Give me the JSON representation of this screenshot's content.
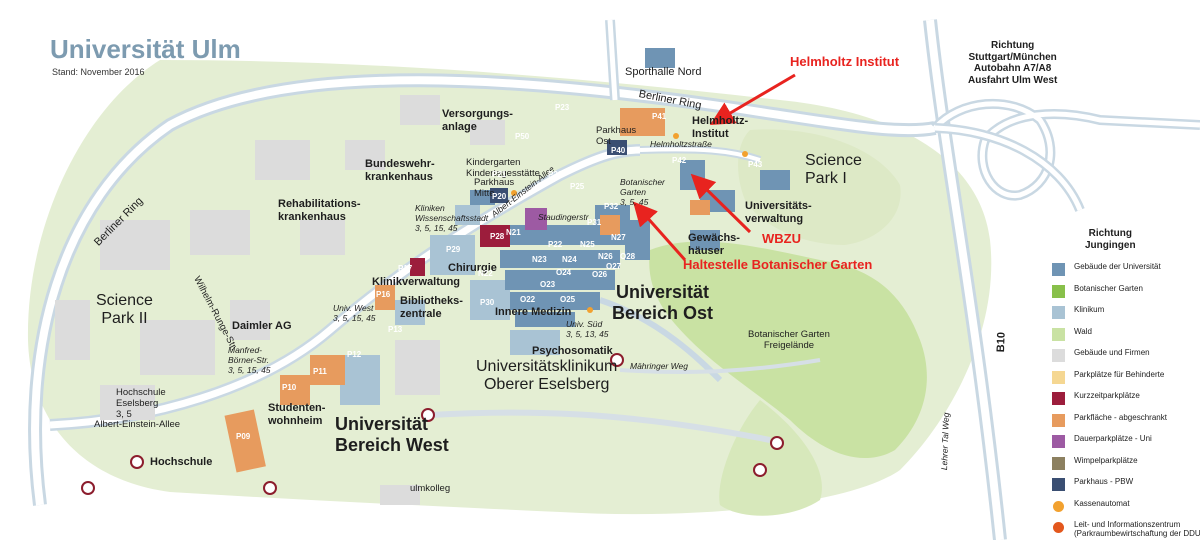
{
  "header": {
    "title": "Universität Ulm",
    "subtitle": "Stand: November 2016"
  },
  "labels": {
    "sporthalle": "Sporthalle Nord",
    "berliner_ring_top": "Berliner Ring",
    "berliner_ring_left": "Berliner Ring",
    "versorgung": "Versorgungs-\nanlage",
    "bundeswehr": "Bundeswehr-\nkrankenhaus",
    "kindergarten": "Kindergarten\nKindertagesstätte",
    "reha": "Rehabilitations-\nkrankenhaus",
    "albert_einstein_allee_top": "Albert-Einstein-Allee",
    "staudinger": "Staudingerstr.",
    "kliniken_haltestelle": "Kliniken\nWissenschaftsstadt\n3, 5, 15, 45",
    "parkhaus_mitte": "Parkhaus\nMitte",
    "parkhaus_ost": "Parkhaus\nOst",
    "helmholtzstrasse": "Helmholtzstraße",
    "botanischer_garten_stop": "Botanischer\nGarten\n3, 5, 45",
    "helmholtz_label": "Helmholtz-\nInstitut",
    "science_park_1": "Science\nPark I",
    "universitaetsverwaltung": "Universitäts-\nverwaltung",
    "gewaechshaeuser": "Gewächs-\nhäuser",
    "chirurgie": "Chirurgie",
    "klinikverwaltung": "Klinikverwaltung",
    "bibliothek": "Bibliotheks-\nzentrale",
    "univ_west_stop": "Univ. West\n3, 5, 15, 45",
    "innere_medizin": "Innere Medizin",
    "univ_sued_stop": "Univ. Süd\n3, 5, 13, 45",
    "psychosomatik": "Psychosomatik",
    "bereich_ost": "Universität\nBereich Ost",
    "universitaetsklinikum": "Universitätsklinikum\nOberer Eselsberg",
    "botanischer_garten_freigelaende": "Botanischer Garten\nFreigelände",
    "science_park_2": "Science\nPark II",
    "daimler": "Daimler AG",
    "wilhelm_runge": "Wilhelm-Runge-Str.",
    "manfred_boerner": "Manfred-\nBörner-Str.\n3, 5, 15, 45",
    "studentenwohnheim": "Studenten-\nwohnheim",
    "bereich_west": "Universität\nBereich West",
    "hochschule_eselsberg": "Hochschule\nEselsberg\n3, 5",
    "albert_einstein_allee_bottom": "Albert-Einstein-Allee",
    "hochschule": "Hochschule",
    "ulmkolleg": "ulmkolleg",
    "maehringer_weg": "Mähringer Weg",
    "lehrer_tal_weg": "Lehrer Tal Weg",
    "b10": "B10",
    "richtung_stuttgart": "Richtung\nStuttgart/München\nAutobahn A7/A8\nAusfahrt Ulm West",
    "richtung_jungingen": "Richtung\nJungingen"
  },
  "buildings": [
    "N21",
    "N22",
    "N23",
    "N24",
    "N25",
    "N26",
    "N27",
    "O22",
    "O23",
    "O24",
    "O25",
    "O26",
    "O27",
    "O28"
  ],
  "parking": [
    "P09",
    "P10",
    "P11",
    "P12",
    "P13",
    "P16",
    "P17",
    "P20",
    "P21",
    "P22",
    "P23",
    "P25",
    "P26",
    "P28",
    "P29",
    "P30",
    "P31",
    "P32",
    "P40",
    "P41",
    "P42",
    "P43",
    "P50"
  ],
  "annotations": {
    "helmholtz": "Helmholtz Institut",
    "wbzu": "WBZU",
    "haltestelle": "Haltestelle Botanischer Garten"
  },
  "legend": [
    {
      "label": "Gebäude der Universität",
      "color": "#6f94b4",
      "kind": "square"
    },
    {
      "label": "Botanischer Garten",
      "color": "#88c04a",
      "kind": "square"
    },
    {
      "label": "Klinikum",
      "color": "#a9c3d4",
      "kind": "square"
    },
    {
      "label": "Wald",
      "color": "#c9e2a3",
      "kind": "square"
    },
    {
      "label": "Gebäude und Firmen",
      "color": "#dcdcdc",
      "kind": "square"
    },
    {
      "label": "Parkplätze für Behinderte",
      "color": "#f5d792",
      "kind": "square"
    },
    {
      "label": "Kurzzeitparkplätze",
      "color": "#9c1d3c",
      "kind": "square"
    },
    {
      "label": "Parkfläche - abgeschrankt",
      "color": "#e79b5e",
      "kind": "square"
    },
    {
      "label": "Dauerparkplätze - Uni",
      "color": "#9d5aa3",
      "kind": "square"
    },
    {
      "label": "Wimpelparkplätze",
      "color": "#8c8060",
      "kind": "square"
    },
    {
      "label": "Parkhaus - PBW",
      "color": "#3a4e72",
      "kind": "square"
    },
    {
      "label": "Kassenautomat",
      "color": "#f2a12f",
      "kind": "dot"
    },
    {
      "label": "Leit- und Informationszentrum\n(Parkraumbewirtschaftung der DDU)",
      "color": "#e3571d",
      "kind": "dot"
    }
  ],
  "colors": {
    "accent_red": "#e8231f",
    "title_blue": "#7d9bb0",
    "road": "#c9d8e3",
    "forest": "#c9e2a3",
    "meadow": "#e4eed3"
  }
}
